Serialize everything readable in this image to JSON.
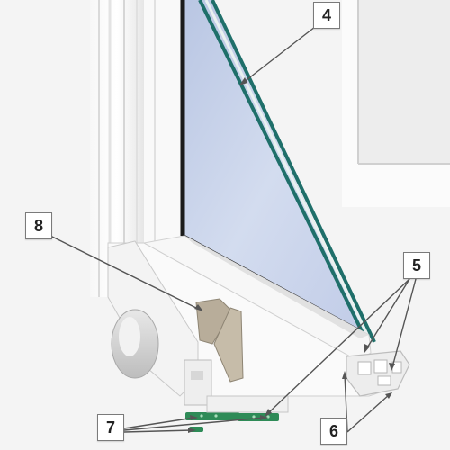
{
  "callouts": {
    "c4": "4",
    "c5": "5",
    "c6": "6",
    "c7": "7",
    "c8": "8"
  },
  "colors": {
    "background": "#f4f4f4",
    "frame_white": "#ffffff",
    "frame_shadow": "#d9d9d9",
    "glass_blue": "#c4cfe6",
    "glass_edge_teal": "#1f6f6a",
    "weatherstrip_green": "#2e8b57",
    "leader_line": "#555555",
    "hardware_tan": "#b8ad9a",
    "hardware_gray": "#a9a9a9"
  }
}
